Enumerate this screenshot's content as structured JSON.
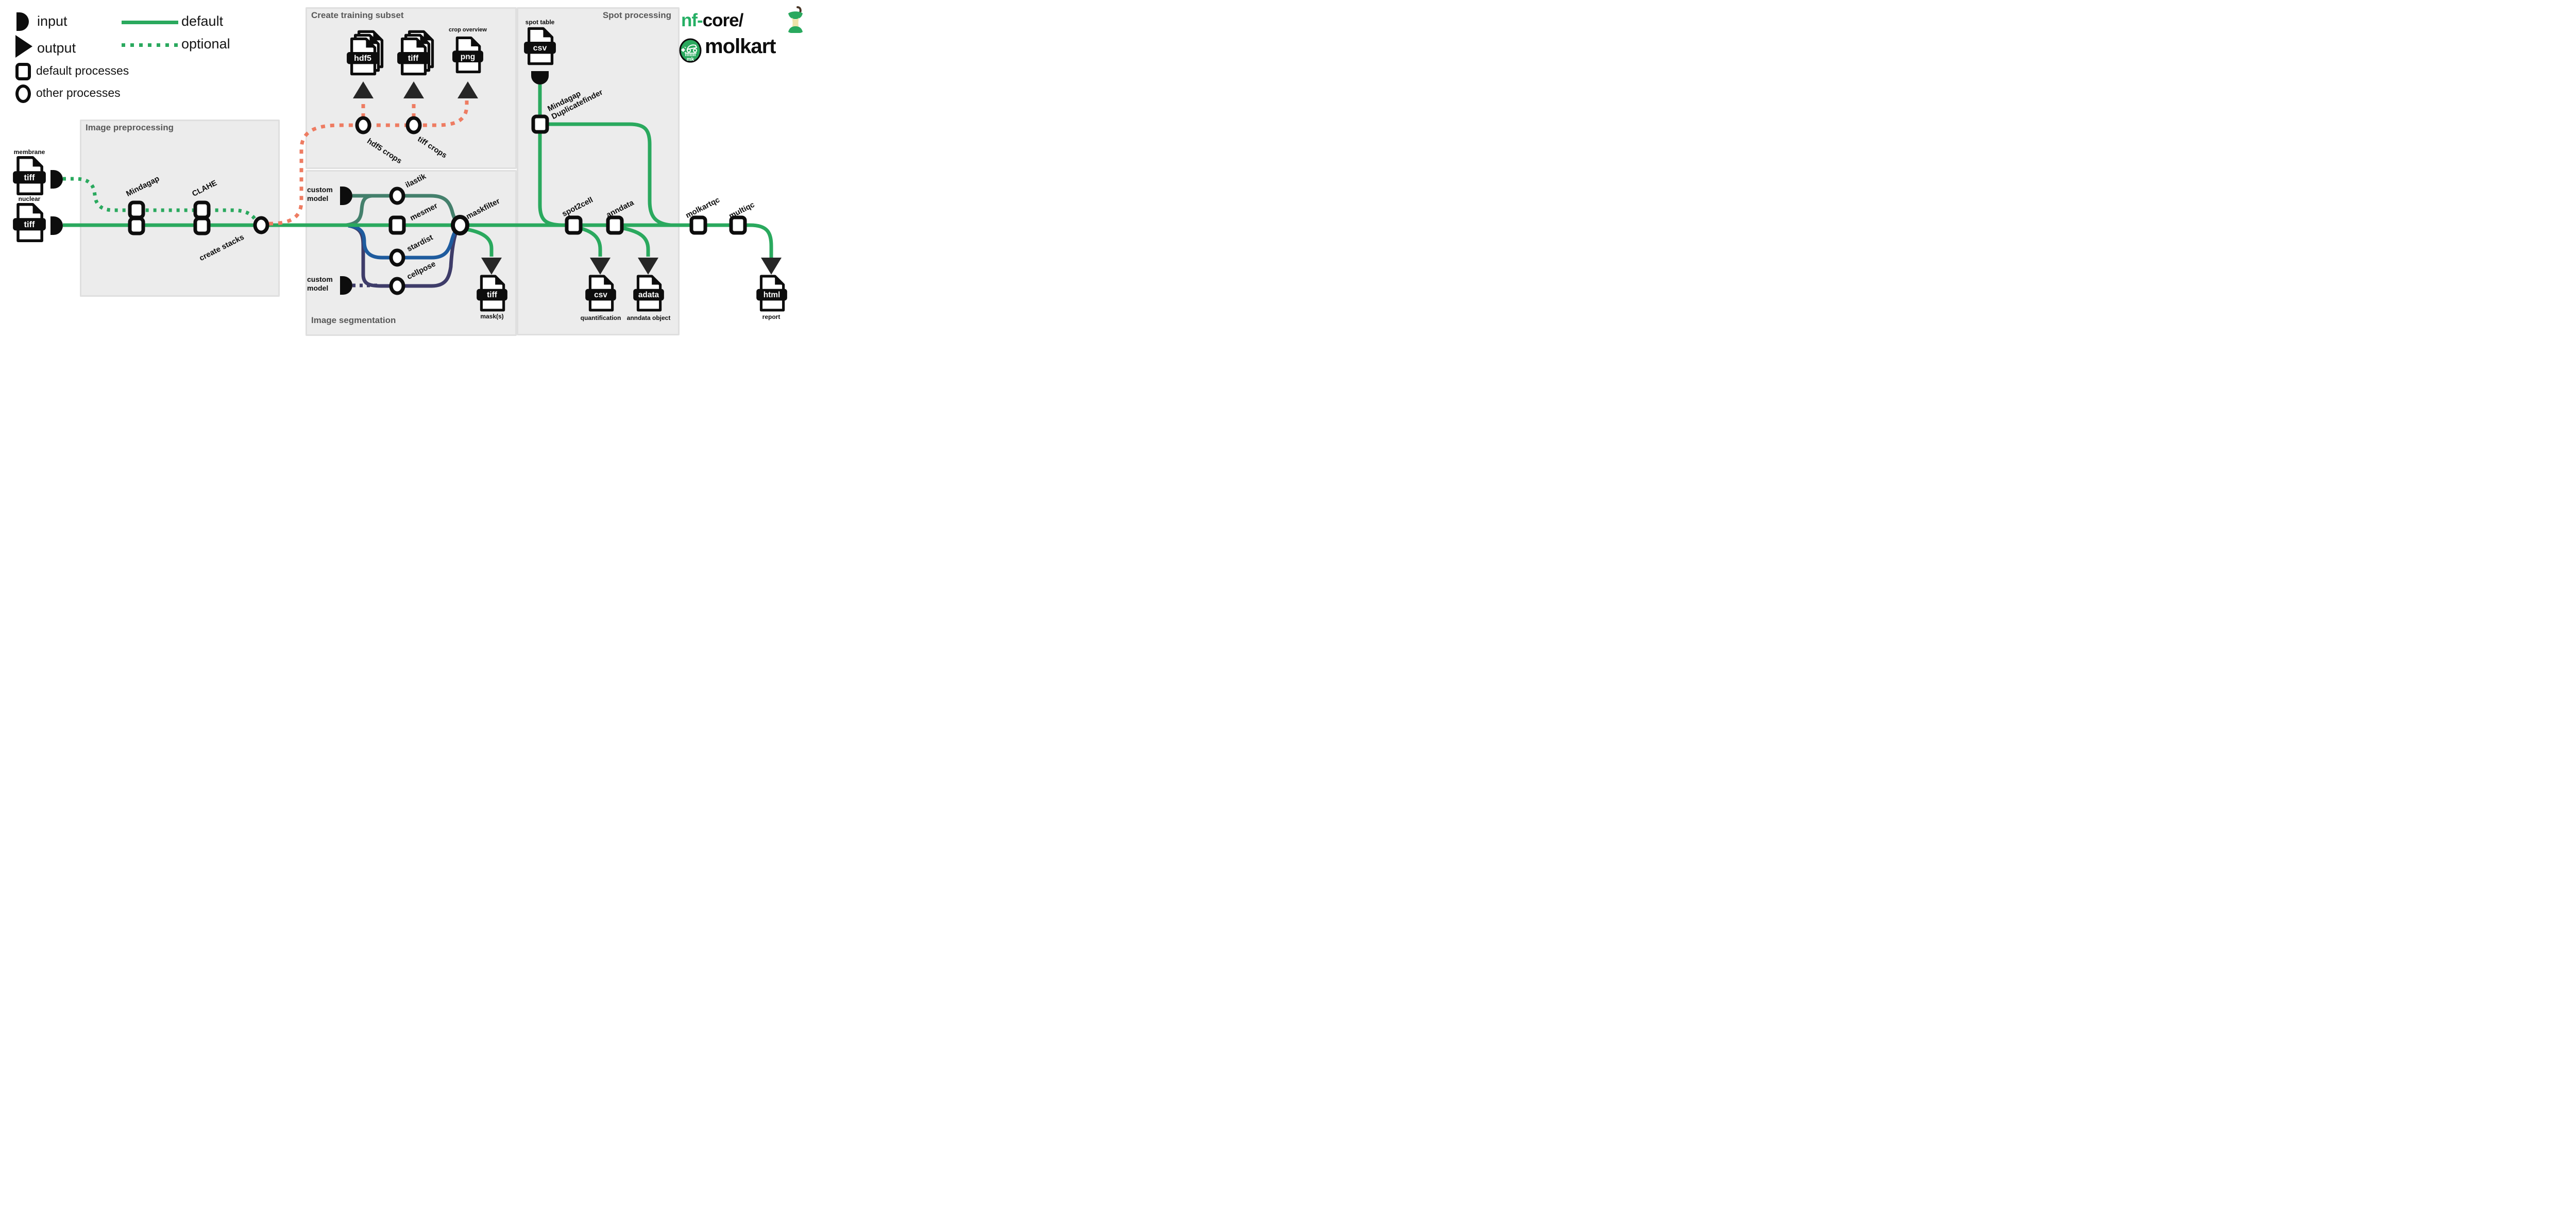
{
  "colors": {
    "green": "#2aa95e",
    "salmon": "#ee7c62",
    "teal": "#44806c",
    "blue": "#1e5b9e",
    "navy": "#3e3c69",
    "panel_bg": "#ececec",
    "panel_border": "#dfdfdf",
    "title_gray": "#585858",
    "ink": "#0d0d0d",
    "arrow_dark": "#262626"
  },
  "legend": {
    "input": "input",
    "output": "output",
    "default_processes": "default processes",
    "other_processes": "other processes",
    "default_line": "default",
    "optional_line": "optional"
  },
  "logo": {
    "nf": "nf",
    "dash": "-",
    "core": "core/",
    "name": "molkart",
    "badge": "mk"
  },
  "boxes": {
    "preprocessing": "Image preprocessing",
    "training": "Create training subset",
    "segmentation": "Image segmentation",
    "spot": "Spot processing"
  },
  "files": {
    "membrane": {
      "format": "tiff",
      "caption": "membrane"
    },
    "nuclear": {
      "format": "tiff",
      "caption": "nuclear"
    },
    "hdf5_stack": {
      "format": "hdf5"
    },
    "tiff_stack": {
      "format": "tiff"
    },
    "png": {
      "format": "png",
      "caption": "crop overview"
    },
    "spot_table": {
      "format": "csv",
      "caption": "spot table"
    },
    "masks": {
      "format": "tiff",
      "caption": "mask(s)"
    },
    "quantification": {
      "format": "csv",
      "caption": "quantification"
    },
    "adata": {
      "format": "adata",
      "caption": "anndata object"
    },
    "report": {
      "format": "html",
      "caption": "report"
    }
  },
  "processes": {
    "mindagap": "Mindagap",
    "clahe": "CLAHE",
    "create_stacks": "create stacks",
    "hdf5_crops": "hdf5 crops",
    "tiff_crops": "tiff crops",
    "ilastik": "ilastik",
    "mesmer": "mesmer",
    "stardist": "stardist",
    "cellpose": "cellpose",
    "maskfilter": "maskfilter",
    "duplicatefinder_line1": "Mindagap",
    "duplicatefinder_line2": "Duplicatefinder",
    "spot2cell": "spot2cell",
    "anndata": "anndata",
    "molkartqc": "molkartqc",
    "multiqc": "multiqc"
  },
  "custom_model": {
    "label": "custom model"
  }
}
